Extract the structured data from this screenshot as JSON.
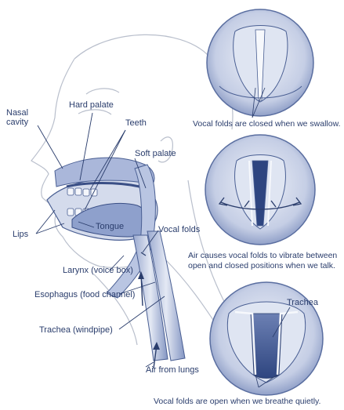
{
  "labels": {
    "nasal_cavity_line1": "Nasal",
    "nasal_cavity_line2": "cavity",
    "hard_palate": "Hard palate",
    "teeth": "Teeth",
    "soft_palate": "Soft palate",
    "tongue": "Tongue",
    "lips": "Lips",
    "vocal_folds": "Vocal folds",
    "larynx": "Larynx (voice box)",
    "esophagus": "Esophagus (food channel)",
    "trachea_windpipe": "Trachea (windpipe)",
    "air_from_lungs": "Air from lungs",
    "trachea": "Trachea"
  },
  "captions": {
    "swallow": "Vocal folds are closed when we swallow.",
    "talk_line1": "Air causes vocal folds to vibrate between",
    "talk_line2": "open and closed positions when we talk.",
    "breathe": "Vocal folds are open when we breathe quietly."
  },
  "colors": {
    "ink": "#2a3d6c",
    "structure_fill": "#c9d2e8",
    "structure_dark": "#4a5f93",
    "background": "#ffffff"
  }
}
